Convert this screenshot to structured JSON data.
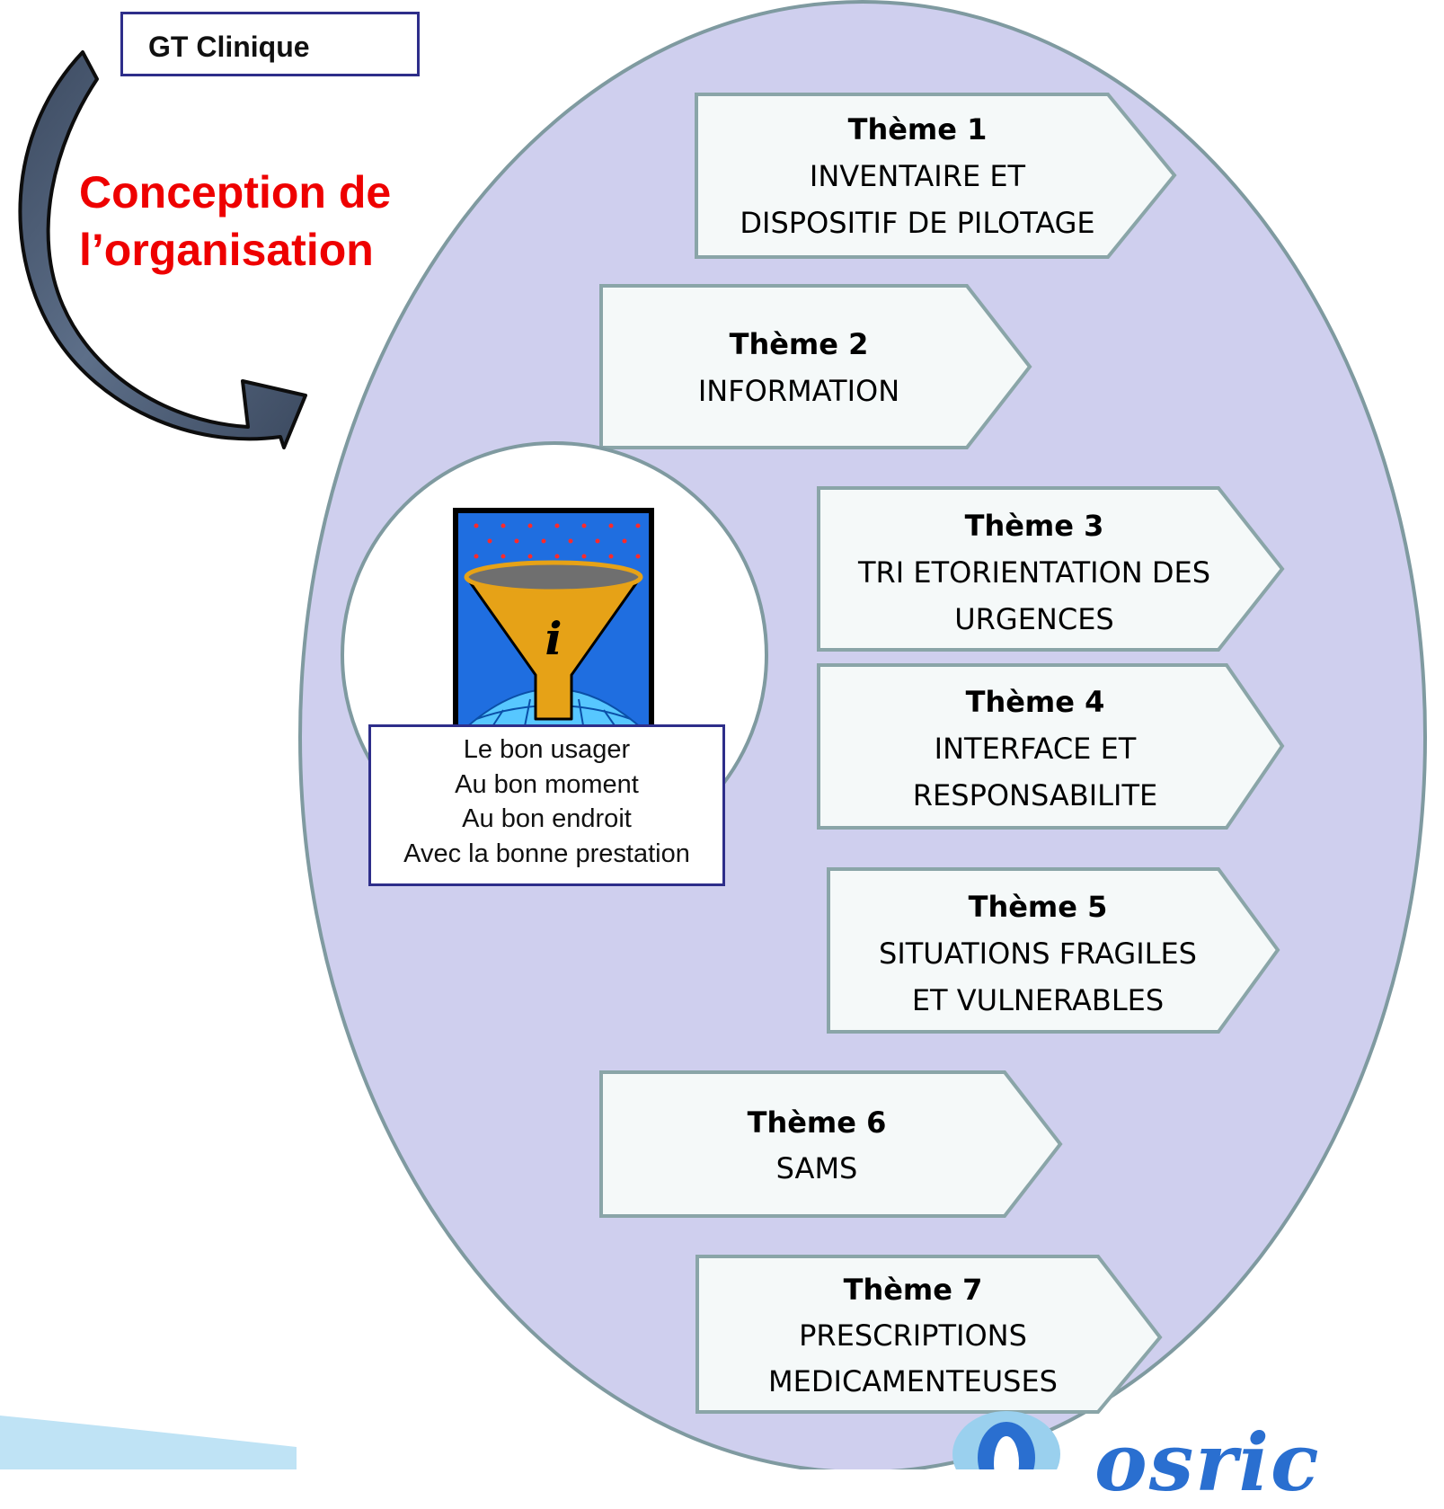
{
  "group_label": "GT Clinique",
  "flow_label": [
    "Conception de",
    "l’organisation"
  ],
  "themes": [
    {
      "title": "Thème 1",
      "lines": [
        "INVENTAIRE ET",
        "DISPOSITIF DE PILOTAGE"
      ]
    },
    {
      "title": "Thème 2",
      "lines": [
        "INFORMATION"
      ]
    },
    {
      "title": "Thème 3",
      "lines": [
        "TRI ETORIENTATION DES",
        "URGENCES"
      ]
    },
    {
      "title": "Thème 4",
      "lines": [
        "INTERFACE ET",
        "RESPONSABILITE"
      ]
    },
    {
      "title": "Thème 5",
      "lines": [
        "SITUATIONS FRAGILES",
        "ET VULNERABLES"
      ]
    },
    {
      "title": "Thème 6",
      "lines": [
        "SAMS"
      ]
    },
    {
      "title": "Thème 7",
      "lines": [
        "PRESCRIPTIONS",
        "MEDICAMENTEUSES"
      ]
    }
  ],
  "center_box": [
    "Le bon usager",
    "Au bon moment",
    "Au bon endroit",
    "Avec la bonne prestation"
  ],
  "center_icon": "funnel-info-icon",
  "logo_text": "osric",
  "colors": {
    "ellipse_fill": "#cfcfee",
    "ellipse_stroke": "#7f9aa0",
    "arrow_fill": "#4c5e78",
    "accent_red": "#ee0000",
    "box_border": "#2e2e8a",
    "logo_blue": "#2a6fd0"
  }
}
